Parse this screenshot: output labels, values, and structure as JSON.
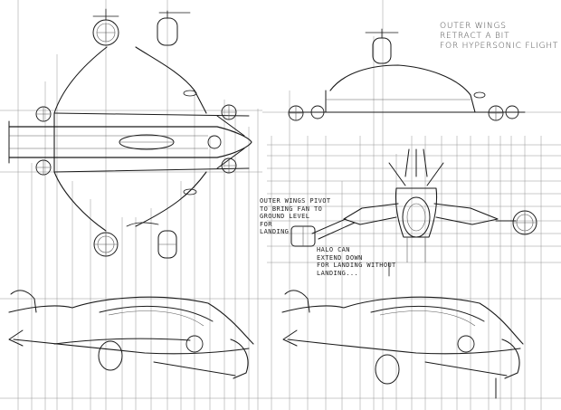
{
  "sketch": {
    "annotations": {
      "outer_wings_retract": "OUTER WINGS\nRETRACT A BIT\nFOR HYPERSONIC FLIGHT",
      "outer_wings_pivot": "OUTER WINGS PIVOT\nTO BRING FAN TO\nGROUND LEVEL\nFOR\nLANDING",
      "hald can_extend": "HALO CAN\nEXTEND DOWN\nFOR LANDING WITHOUT\nLANDING..."
    },
    "ink_color": "#1a1a1a",
    "paper_color": "#ffffff"
  }
}
